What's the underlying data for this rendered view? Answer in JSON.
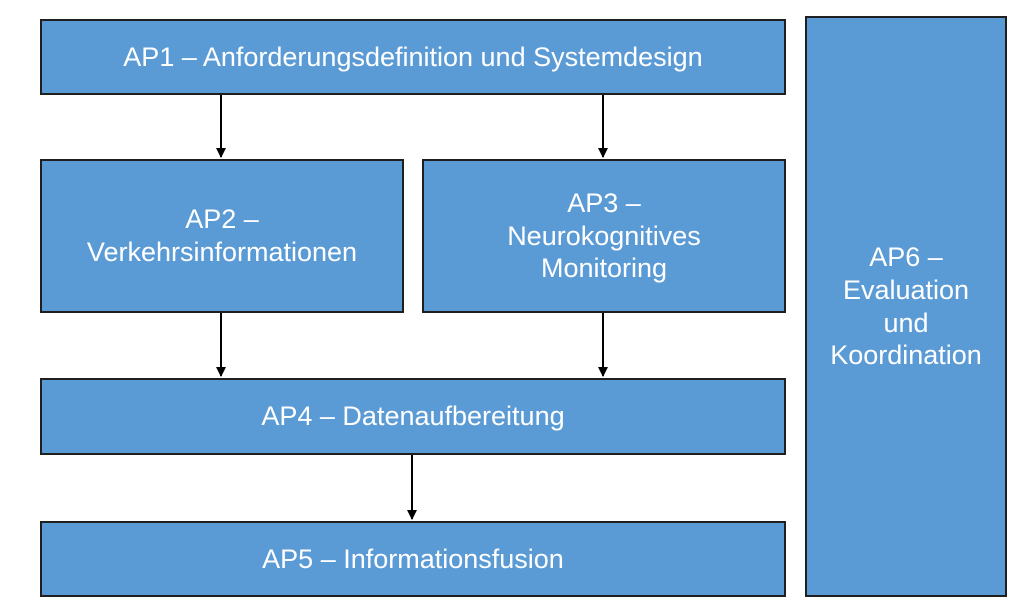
{
  "diagram": {
    "fill_color": "#5b9bd5",
    "border_color": "#1f1f1f",
    "text_color": "#ffffff",
    "boxes": {
      "ap1": {
        "lines": [
          "AP1 – Anforderungsdefinition und Systemdesign"
        ]
      },
      "ap2": {
        "lines": [
          "AP2 –",
          "Verkehrsinformationen"
        ]
      },
      "ap3": {
        "lines": [
          "AP3 –",
          "Neurokognitives",
          "Monitoring"
        ]
      },
      "ap4": {
        "lines": [
          "AP4 – Datenaufbereitung"
        ]
      },
      "ap5": {
        "lines": [
          "AP5 – Informationsfusion"
        ]
      },
      "ap6": {
        "lines": [
          "AP6 –",
          "Evaluation",
          "und",
          "Koordination"
        ]
      }
    },
    "connections": [
      {
        "from": "ap1",
        "to": "ap2"
      },
      {
        "from": "ap1",
        "to": "ap3"
      },
      {
        "from": "ap2",
        "to": "ap4"
      },
      {
        "from": "ap3",
        "to": "ap4"
      },
      {
        "from": "ap4",
        "to": "ap5"
      }
    ]
  }
}
